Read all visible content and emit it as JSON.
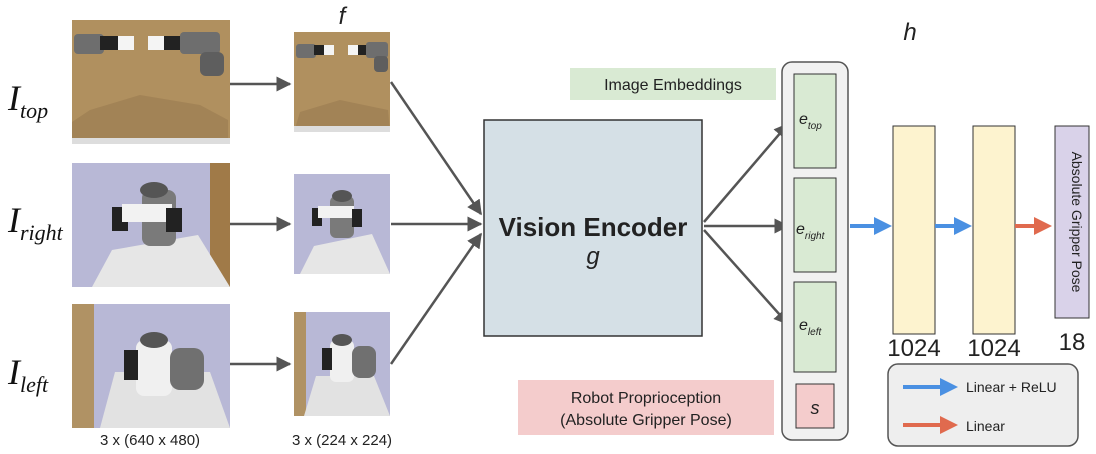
{
  "inputs": {
    "top": {
      "symbol": "I",
      "subscript": "top"
    },
    "right": {
      "symbol": "I",
      "subscript": "right"
    },
    "left": {
      "symbol": "I",
      "subscript": "left"
    },
    "original_size_caption": "3 x (640 x 480)",
    "resized_size_caption": "3 x (224 x 224)",
    "resize_function_label": "f"
  },
  "encoder": {
    "title": "Vision Encoder",
    "symbol": "g"
  },
  "embeddings": {
    "heading": "Image Embeddings",
    "items": [
      {
        "symbol": "e",
        "subscript": "top"
      },
      {
        "symbol": "e",
        "subscript": "right"
      },
      {
        "symbol": "e",
        "subscript": "left"
      }
    ],
    "state_symbol": "s"
  },
  "proprioception": {
    "line1": "Robot Proprioception",
    "line2": "(Absolute Gripper Pose)"
  },
  "head": {
    "label": "h",
    "layer1_size": "1024",
    "layer2_size": "1024",
    "output_label": "Absolute Gripper Pose",
    "output_size": "18"
  },
  "legend": {
    "relu_label": "Linear + ReLU",
    "linear_label": "Linear"
  },
  "colors": {
    "encoder_fill": "#d5e0e6",
    "embedding_fill": "#d9ead3",
    "state_fill": "#f4cccc",
    "layer_fill": "#fdf3cf",
    "output_fill": "#d9d2e9",
    "arrow_relu": "#4a90e2",
    "arrow_linear": "#e06a4e",
    "arrow_gray": "#555555",
    "wood": "#b0905f",
    "wall": "#b8b8d6"
  }
}
